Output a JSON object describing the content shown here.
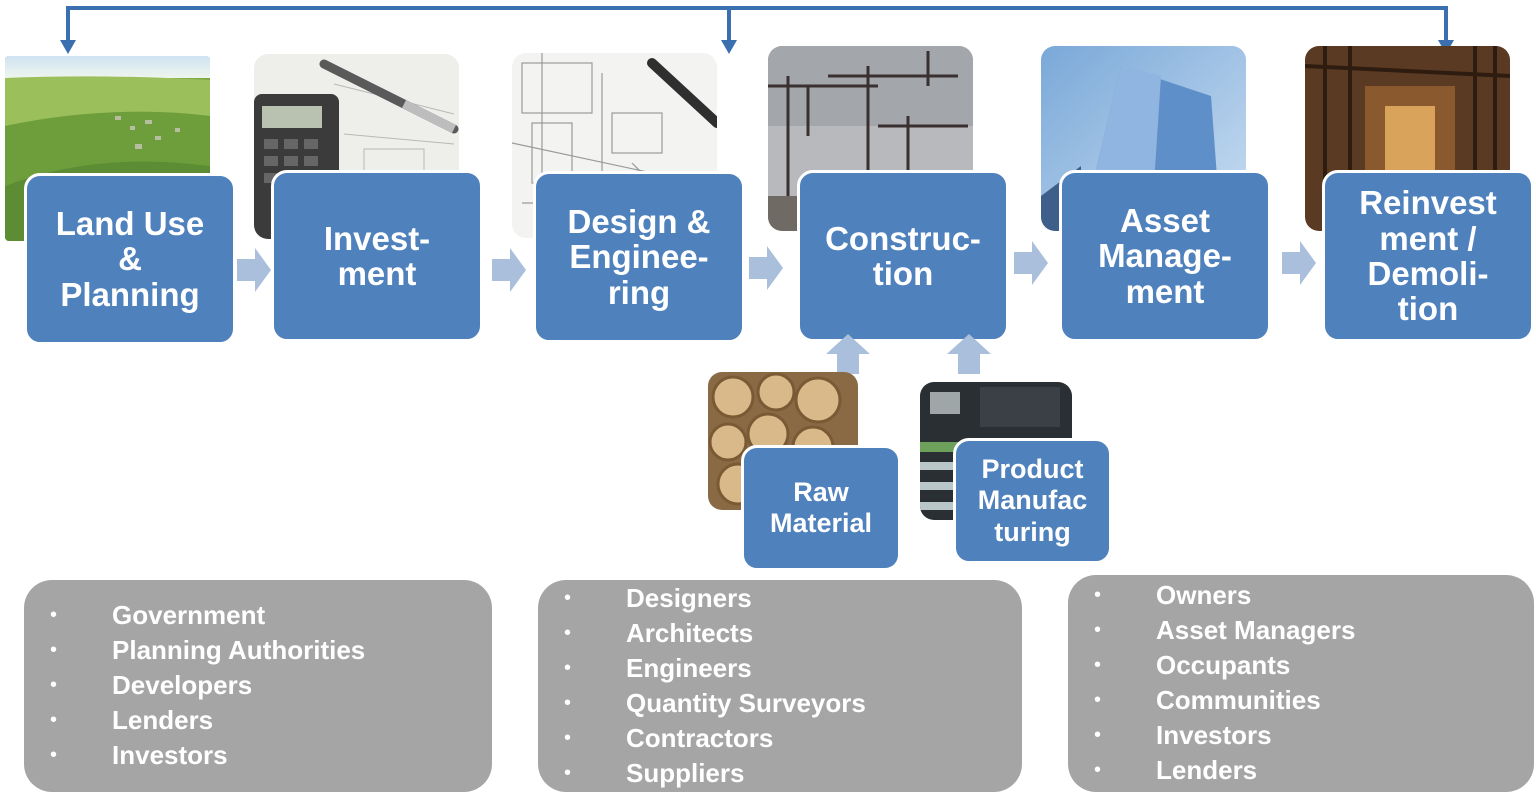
{
  "colors": {
    "box_fill": "#4f81bd",
    "connector": "#3a6fb0",
    "chevron": "#a9bfdc",
    "panel_fill": "#a5a5a5"
  },
  "stages": [
    {
      "label": "Land Use\n&\nPlanning",
      "image": "farmland-landscape-photo"
    },
    {
      "label": "Invest-\nment",
      "image": "calculator-pen-photo"
    },
    {
      "label": "Design &\nEnginee-\nring",
      "image": "blueprint-pen-photo"
    },
    {
      "label": "Construc-\ntion",
      "image": "cranes-photo"
    },
    {
      "label": "Asset\nManage-\nment",
      "image": "glass-skyscraper-photo"
    },
    {
      "label": "Reinvest\nment /\nDemoli-\ntion",
      "image": "demolished-interior-photo"
    }
  ],
  "inputs": [
    {
      "label": "Raw\nMaterial",
      "image": "timber-logs-photo"
    },
    {
      "label": "Product\nManufac\nturing",
      "image": "factory-floor-photo"
    }
  ],
  "stakeholder_groups": [
    {
      "items": [
        "Government",
        "Planning Authorities",
        "Developers",
        "Lenders",
        "Investors"
      ]
    },
    {
      "items": [
        "Designers",
        "Architects",
        "Engineers",
        "Quantity Surveyors",
        "Contractors",
        "Suppliers"
      ]
    },
    {
      "items": [
        "Owners",
        "Asset Managers",
        "Occupants",
        "Communities",
        "Investors",
        "Lenders"
      ]
    }
  ]
}
